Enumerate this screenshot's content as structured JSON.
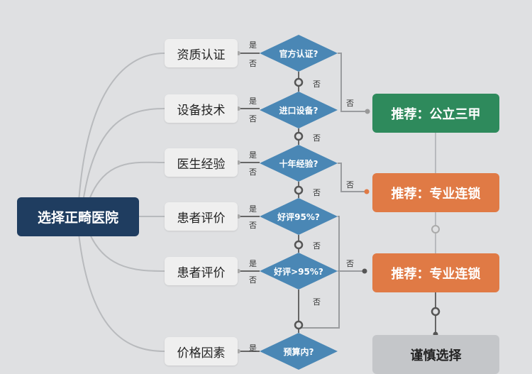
{
  "root": "选择正畸医院",
  "criteria": [
    "资质认证",
    "设备技术",
    "医生经验",
    "患者评价",
    "患者评价",
    "价格因素"
  ],
  "decisions": [
    "官方认证?",
    "进口设备?",
    "十年经验?",
    "好评95%?",
    "好评>95%?",
    "预算内?"
  ],
  "yes_label": "是",
  "no_label": "否",
  "results": [
    {
      "label": "推荐：公立三甲",
      "color": "#2e8a5c"
    },
    {
      "label": "推荐：专业连锁",
      "color": "#e07a45"
    },
    {
      "label": "推荐：专业连锁",
      "color": "#e07a45"
    },
    {
      "label": "谨慎选择",
      "color": "#c4c6c9"
    }
  ]
}
